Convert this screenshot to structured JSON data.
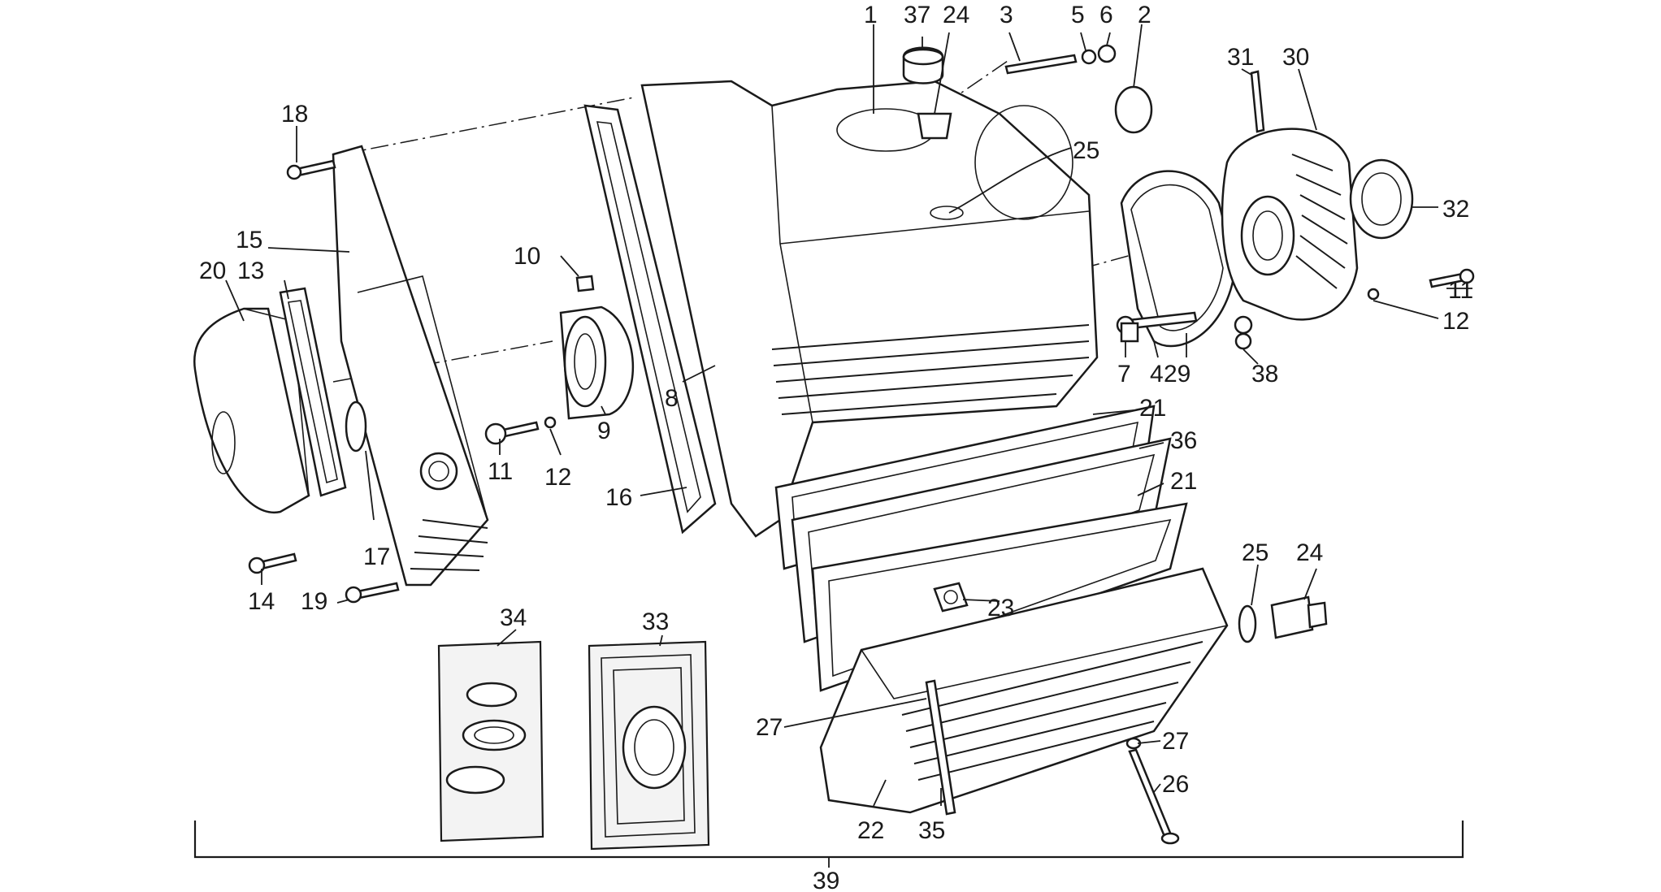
{
  "diagram": {
    "labels": [
      {
        "id": "1",
        "text": "1"
      },
      {
        "id": "37",
        "text": "37"
      },
      {
        "id": "24a",
        "text": "24"
      },
      {
        "id": "3",
        "text": "3"
      },
      {
        "id": "5",
        "text": "5"
      },
      {
        "id": "6",
        "text": "6"
      },
      {
        "id": "2",
        "text": "2"
      },
      {
        "id": "31",
        "text": "31"
      },
      {
        "id": "30",
        "text": "30"
      },
      {
        "id": "18",
        "text": "18"
      },
      {
        "id": "25a",
        "text": "25"
      },
      {
        "id": "32",
        "text": "32"
      },
      {
        "id": "15",
        "text": "15"
      },
      {
        "id": "20",
        "text": "20"
      },
      {
        "id": "13",
        "text": "13"
      },
      {
        "id": "10",
        "text": "10"
      },
      {
        "id": "11a",
        "text": "11"
      },
      {
        "id": "12a",
        "text": "12"
      },
      {
        "id": "7",
        "text": "7"
      },
      {
        "id": "4",
        "text": "4"
      },
      {
        "id": "29",
        "text": "29"
      },
      {
        "id": "38",
        "text": "38"
      },
      {
        "id": "8",
        "text": "8"
      },
      {
        "id": "9",
        "text": "9"
      },
      {
        "id": "21a",
        "text": "21"
      },
      {
        "id": "11b",
        "text": "11"
      },
      {
        "id": "12b",
        "text": "12"
      },
      {
        "id": "36",
        "text": "36"
      },
      {
        "id": "16",
        "text": "16"
      },
      {
        "id": "21b",
        "text": "21"
      },
      {
        "id": "17",
        "text": "17"
      },
      {
        "id": "14",
        "text": "14"
      },
      {
        "id": "19",
        "text": "19"
      },
      {
        "id": "25b",
        "text": "25"
      },
      {
        "id": "24b",
        "text": "24"
      },
      {
        "id": "34",
        "text": "34"
      },
      {
        "id": "33",
        "text": "33"
      },
      {
        "id": "23",
        "text": "23"
      },
      {
        "id": "27a",
        "text": "27"
      },
      {
        "id": "27b",
        "text": "27"
      },
      {
        "id": "26",
        "text": "26"
      },
      {
        "id": "22",
        "text": "22"
      },
      {
        "id": "35",
        "text": "35"
      },
      {
        "id": "39",
        "text": "39"
      }
    ]
  }
}
